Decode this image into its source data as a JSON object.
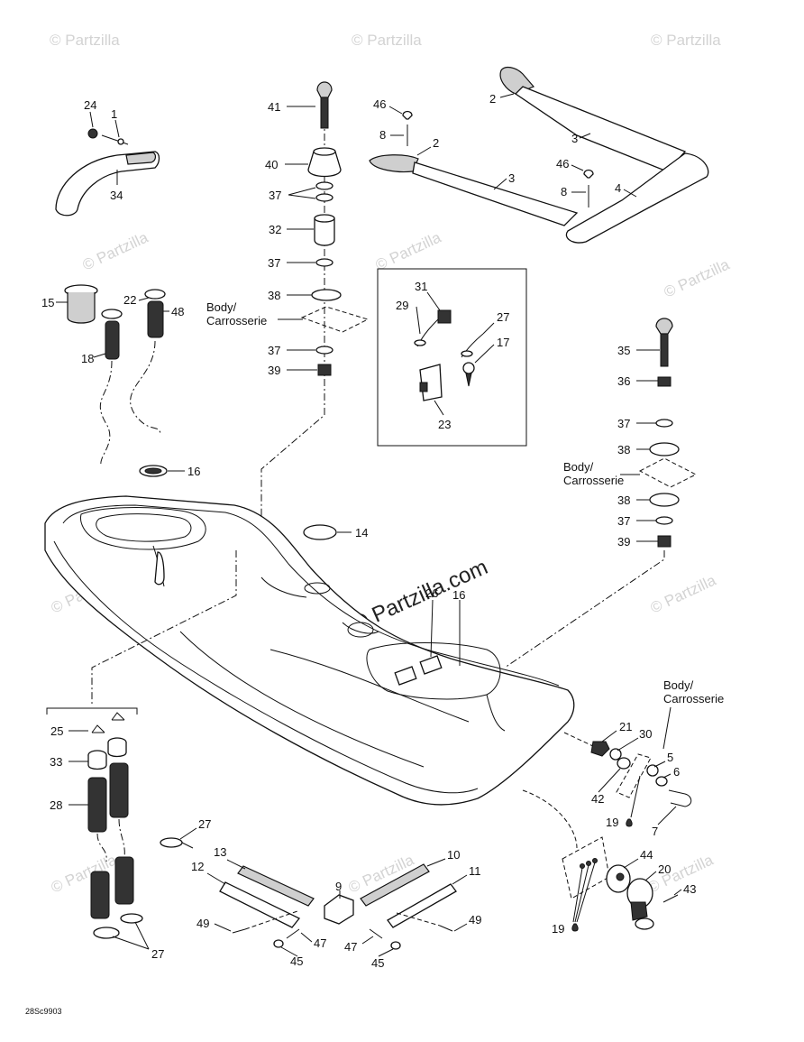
{
  "watermark": "© Partzilla",
  "watermark_center": "© Partzilla.com",
  "diagram_code": "28Sc9903",
  "body_label_line1": "Body/",
  "body_label_line2": "Carrosserie",
  "part_numbers": {
    "p1": "1",
    "p2": "2",
    "p3": "3",
    "p4": "4",
    "p5": "5",
    "p6": "6",
    "p7": "7",
    "p8": "8",
    "p9": "9",
    "p10": "10",
    "p11": "11",
    "p12": "12",
    "p13": "13",
    "p14": "14",
    "p15": "15",
    "p16": "16",
    "p17": "17",
    "p18": "18",
    "p19": "19",
    "p20": "20",
    "p21": "21",
    "p22": "22",
    "p23": "23",
    "p24": "24",
    "p25": "25",
    "p26": "26",
    "p27": "27",
    "p28": "28",
    "p29": "29",
    "p30": "30",
    "p31": "31",
    "p32": "32",
    "p33": "33",
    "p34": "34",
    "p35": "35",
    "p36": "36",
    "p37": "37",
    "p38": "38",
    "p39": "39",
    "p40": "40",
    "p41": "41",
    "p42": "42",
    "p43": "43",
    "p44": "44",
    "p45": "45",
    "p46": "46",
    "p47": "47",
    "p48": "48",
    "p49": "49"
  }
}
